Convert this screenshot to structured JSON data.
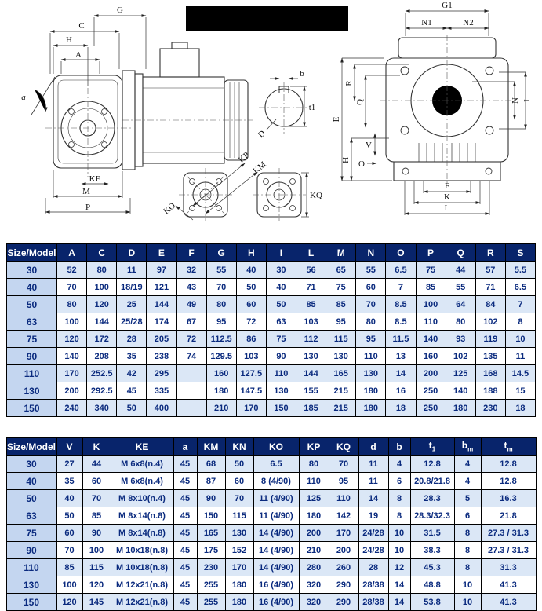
{
  "colors": {
    "table_header_bg": "#08246b",
    "table_header_text": "#ffffff",
    "model_column_bg": "#c4d6f0",
    "row_alt_bg": "#dbe7f6",
    "cell_text": "#0a2a7e",
    "line_color": "#333333"
  },
  "diagram": {
    "labels": {
      "G": "G",
      "C": "C",
      "H": "H",
      "A": "A",
      "a": "a",
      "KE": "KE",
      "M": "M",
      "P": "P",
      "b": "b",
      "t1": "t1",
      "D": "D",
      "KP": "KP",
      "KM": "KM",
      "KQ": "KQ",
      "KO": "KO",
      "G1": "G1",
      "N1": "N1",
      "N2": "N2",
      "E": "E",
      "R": "R",
      "Q": "Q",
      "V": "V",
      "O": "O",
      "N": "N",
      "I": "I",
      "F": "F",
      "K": "K",
      "L": "L"
    }
  },
  "table1": {
    "headers": [
      "Size/Model",
      "A",
      "C",
      "D",
      "E",
      "F",
      "G",
      "H",
      "I",
      "L",
      "M",
      "N",
      "O",
      "P",
      "Q",
      "R",
      "S"
    ],
    "rows": [
      {
        "model": "30",
        "values": [
          "52",
          "80",
          "11",
          "97",
          "32",
          "55",
          "40",
          "30",
          "56",
          "65",
          "55",
          "6.5",
          "75",
          "44",
          "57",
          "5.5"
        ]
      },
      {
        "model": "40",
        "values": [
          "70",
          "100",
          "18/19",
          "121",
          "43",
          "70",
          "50",
          "40",
          "71",
          "75",
          "60",
          "7",
          "85",
          "55",
          "71",
          "6.5"
        ]
      },
      {
        "model": "50",
        "values": [
          "80",
          "120",
          "25",
          "144",
          "49",
          "80",
          "60",
          "50",
          "85",
          "85",
          "70",
          "8.5",
          "100",
          "64",
          "84",
          "7"
        ]
      },
      {
        "model": "63",
        "values": [
          "100",
          "144",
          "25/28",
          "174",
          "67",
          "95",
          "72",
          "63",
          "103",
          "95",
          "80",
          "8.5",
          "110",
          "80",
          "102",
          "8"
        ]
      },
      {
        "model": "75",
        "values": [
          "120",
          "172",
          "28",
          "205",
          "72",
          "112.5",
          "86",
          "75",
          "112",
          "115",
          "95",
          "11.5",
          "140",
          "93",
          "119",
          "10"
        ]
      },
      {
        "model": "90",
        "values": [
          "140",
          "208",
          "35",
          "238",
          "74",
          "129.5",
          "103",
          "90",
          "130",
          "130",
          "110",
          "13",
          "160",
          "102",
          "135",
          "11"
        ]
      },
      {
        "model": "110",
        "values": [
          "170",
          "252.5",
          "42",
          "295",
          "",
          "160",
          "127.5",
          "110",
          "144",
          "165",
          "130",
          "14",
          "200",
          "125",
          "168",
          "14.5"
        ]
      },
      {
        "model": "130",
        "values": [
          "200",
          "292.5",
          "45",
          "335",
          "",
          "180",
          "147.5",
          "130",
          "155",
          "215",
          "180",
          "16",
          "250",
          "140",
          "188",
          "15"
        ]
      },
      {
        "model": "150",
        "values": [
          "240",
          "340",
          "50",
          "400",
          "",
          "210",
          "170",
          "150",
          "185",
          "215",
          "180",
          "18",
          "250",
          "180",
          "230",
          "18"
        ]
      }
    ]
  },
  "table2": {
    "headers": [
      "Size/Model",
      "V",
      "K",
      "KE",
      "a",
      "KM",
      "KN",
      "KO",
      "KP",
      "KQ",
      "d",
      "b",
      "t1",
      "bm",
      "tm"
    ],
    "rows": [
      {
        "model": "30",
        "values": [
          "27",
          "44",
          "M 6x8(n.4)",
          "45",
          "68",
          "50",
          "6.5",
          "80",
          "70",
          "11",
          "4",
          "12.8",
          "4",
          "12.8"
        ]
      },
      {
        "model": "40",
        "values": [
          "35",
          "60",
          "M 6x8(n.4)",
          "45",
          "87",
          "60",
          "8 (4/90)",
          "110",
          "95",
          "11",
          "6",
          "20.8/21.8",
          "4",
          "12.8"
        ]
      },
      {
        "model": "50",
        "values": [
          "40",
          "70",
          "M 8x10(n.4)",
          "45",
          "90",
          "70",
          "11 (4/90)",
          "125",
          "110",
          "14",
          "8",
          "28.3",
          "5",
          "16.3"
        ]
      },
      {
        "model": "63",
        "values": [
          "50",
          "85",
          "M 8x14(n.8)",
          "45",
          "150",
          "115",
          "11 (4/90)",
          "180",
          "142",
          "19",
          "8",
          "28.3/32.3",
          "6",
          "21.8"
        ]
      },
      {
        "model": "75",
        "values": [
          "60",
          "90",
          "M 8x14(n.8)",
          "45",
          "165",
          "130",
          "14 (4/90)",
          "200",
          "170",
          "24/28",
          "10",
          "31.5",
          "8",
          "27.3 / 31.3"
        ]
      },
      {
        "model": "90",
        "values": [
          "70",
          "100",
          "M 10x18(n.8)",
          "45",
          "175",
          "152",
          "14 (4/90)",
          "210",
          "200",
          "24/28",
          "10",
          "38.3",
          "8",
          "27.3 / 31.3"
        ]
      },
      {
        "model": "110",
        "values": [
          "85",
          "115",
          "M 10x18(n.8)",
          "45",
          "230",
          "170",
          "14 (4/90)",
          "280",
          "260",
          "28",
          "12",
          "45.3",
          "8",
          "31.3"
        ]
      },
      {
        "model": "130",
        "values": [
          "100",
          "120",
          "M 12x21(n.8)",
          "45",
          "255",
          "180",
          "16 (4/90)",
          "320",
          "290",
          "28/38",
          "14",
          "48.8",
          "10",
          "41.3"
        ]
      },
      {
        "model": "150",
        "values": [
          "120",
          "145",
          "M 12x21(n.8)",
          "45",
          "255",
          "180",
          "16 (4/90)",
          "320",
          "290",
          "28/38",
          "14",
          "53.8",
          "10",
          "41.3"
        ]
      }
    ]
  }
}
